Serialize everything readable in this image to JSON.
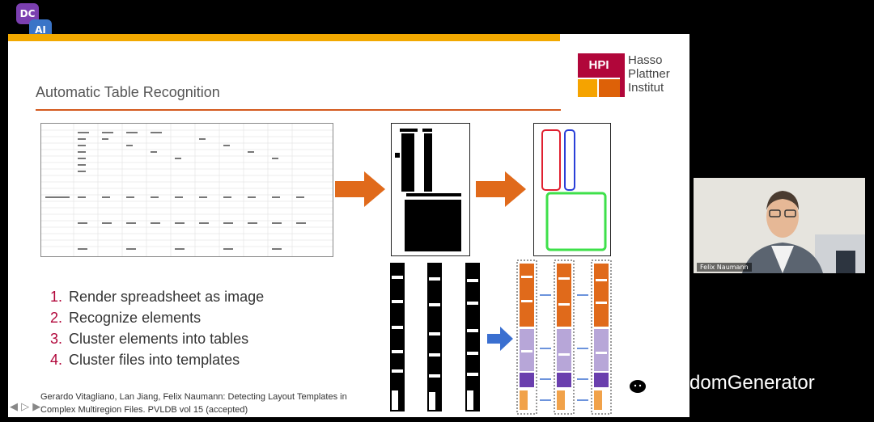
{
  "app_logo": {
    "top": "DC",
    "bottom": "AI"
  },
  "slide": {
    "title": "Automatic Table Recognition",
    "hpi_logo": {
      "mark": "HPI",
      "line1": "Hasso",
      "line2": "Plattner",
      "line3": "Institut"
    },
    "steps": [
      {
        "num": "1.",
        "text": "Render spreadsheet as image"
      },
      {
        "num": "2.",
        "text": "Recognize elements"
      },
      {
        "num": "3.",
        "text": "Cluster elements into tables"
      },
      {
        "num": "4.",
        "text": "Cluster files into templates"
      }
    ],
    "citation_line1": "Gerardo Vitagliano, Lan Jiang, Felix Naumann: Detecting Layout Templates in",
    "citation_line2": "Complex Multiregion Files. PVLDB vol 15 (accepted)"
  },
  "speaker": {
    "name": "Felix Naumann"
  },
  "watermark": {
    "text": "RandomGenerator"
  },
  "colors": {
    "orange": "#e06a1b",
    "blue": "#3a6fd0",
    "purple": "#8a68b8",
    "red": "#e02030",
    "green": "#3ee04a"
  }
}
